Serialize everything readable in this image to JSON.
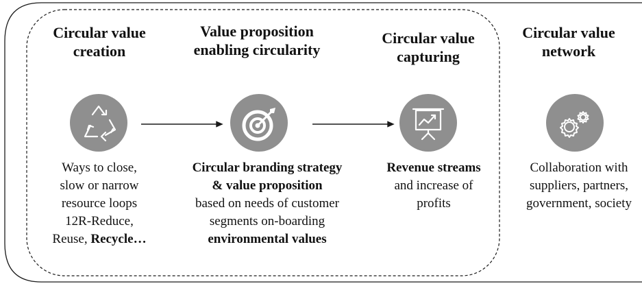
{
  "columns": [
    {
      "title": "Circular value creation",
      "icon": "recycle-icon",
      "lines": [
        "Ways to close,",
        "slow or narrow",
        "resource loops",
        "12R-Reduce,"
      ],
      "last_line": {
        "normal": "Reuse, ",
        "bold": "Recycle…"
      }
    },
    {
      "title": "Value proposition enabling circularity",
      "icon": "target-arrow-icon",
      "bold_lines": [
        "Circular branding strategy",
        "& value proposition"
      ],
      "lines": [
        "based on needs of customer",
        "segments on-boarding"
      ],
      "last_bold": "environmental values"
    },
    {
      "title": "Circular value capturing",
      "icon": "presentation-chart-icon",
      "first_line": {
        "bold": "Revenue streams",
        "normal": ""
      },
      "lines": [
        "and increase of",
        "profits"
      ]
    },
    {
      "title": "Circular value network",
      "icon": "gears-icon",
      "lines": [
        "Collaboration with",
        "suppliers, partners,",
        "government, society"
      ]
    }
  ],
  "colors": {
    "icon_bg": "#8f8f8f",
    "stroke": "#1a1a1a"
  }
}
